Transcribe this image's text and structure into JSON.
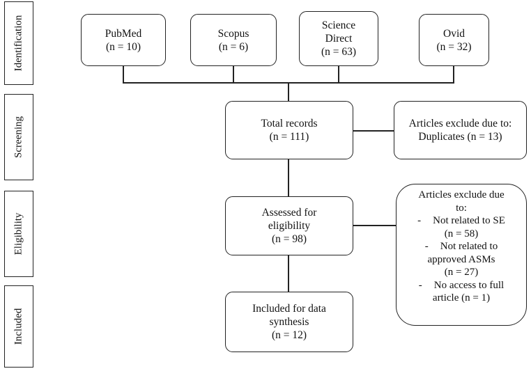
{
  "stages": {
    "identification": "Identification",
    "screening": "Screening",
    "eligibility": "Eligibility",
    "included": "Included"
  },
  "sources": [
    {
      "name": "PubMed",
      "count": "(n = 10)"
    },
    {
      "name": "Scopus",
      "count": "(n = 6)"
    },
    {
      "name_line1": "Science",
      "name_line2": "Direct",
      "count": "(n = 63)"
    },
    {
      "name": "Ovid",
      "count": "(n = 32)"
    }
  ],
  "total_records": {
    "label": "Total records",
    "count": "(n = 111)"
  },
  "exclude_duplicates": {
    "line1": "Articles exclude due to:",
    "line2": "Duplicates (n = 13)"
  },
  "assessed": {
    "line1": "Assessed for",
    "line2": "eligibility",
    "count": "(n = 98)"
  },
  "exclude_eligibility": {
    "title_line1": "Articles exclude due",
    "title_line2": "to:",
    "reasons": [
      {
        "dash": "-",
        "line1": "Not related to SE",
        "line2": "(n = 58)"
      },
      {
        "dash": "-",
        "line1": "Not related to",
        "line2": "approved ASMs",
        "line3": "(n = 27)"
      },
      {
        "dash": "-",
        "line1": "No access to full",
        "line2": "article (n = 1)"
      }
    ]
  },
  "included_box": {
    "line1": "Included for data",
    "line2": "synthesis",
    "count": "(n = 12)"
  }
}
